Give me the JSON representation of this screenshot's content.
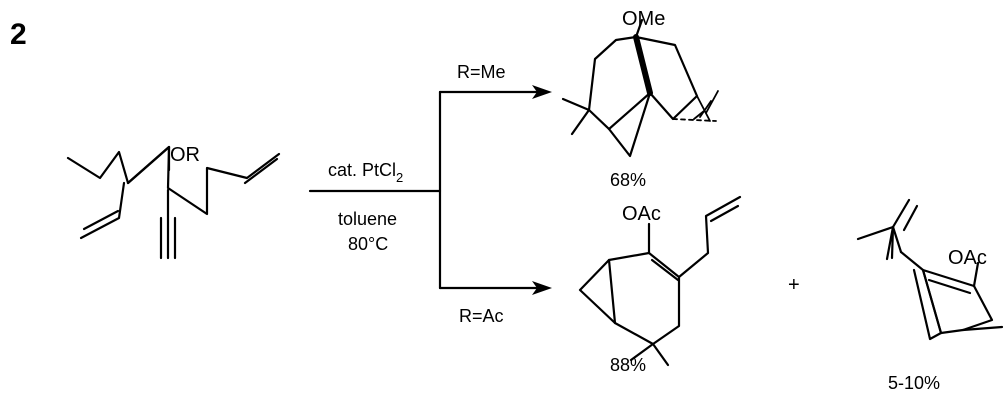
{
  "scheme_number": "2",
  "reactant": {
    "substituent": "OR"
  },
  "conditions": {
    "catalyst_prefix": "cat. PtCl",
    "catalyst_subscript": "2",
    "solvent": "toluene",
    "temperature": "80°C"
  },
  "branch_top": {
    "condition": "R=Me",
    "product_group": "OMe",
    "yield": "68%"
  },
  "branch_bottom": {
    "condition": "R=Ac",
    "product_group": "OAc",
    "yield": "88%",
    "plus": "+",
    "side_product_group": "OAc",
    "side_yield": "5-10%"
  }
}
